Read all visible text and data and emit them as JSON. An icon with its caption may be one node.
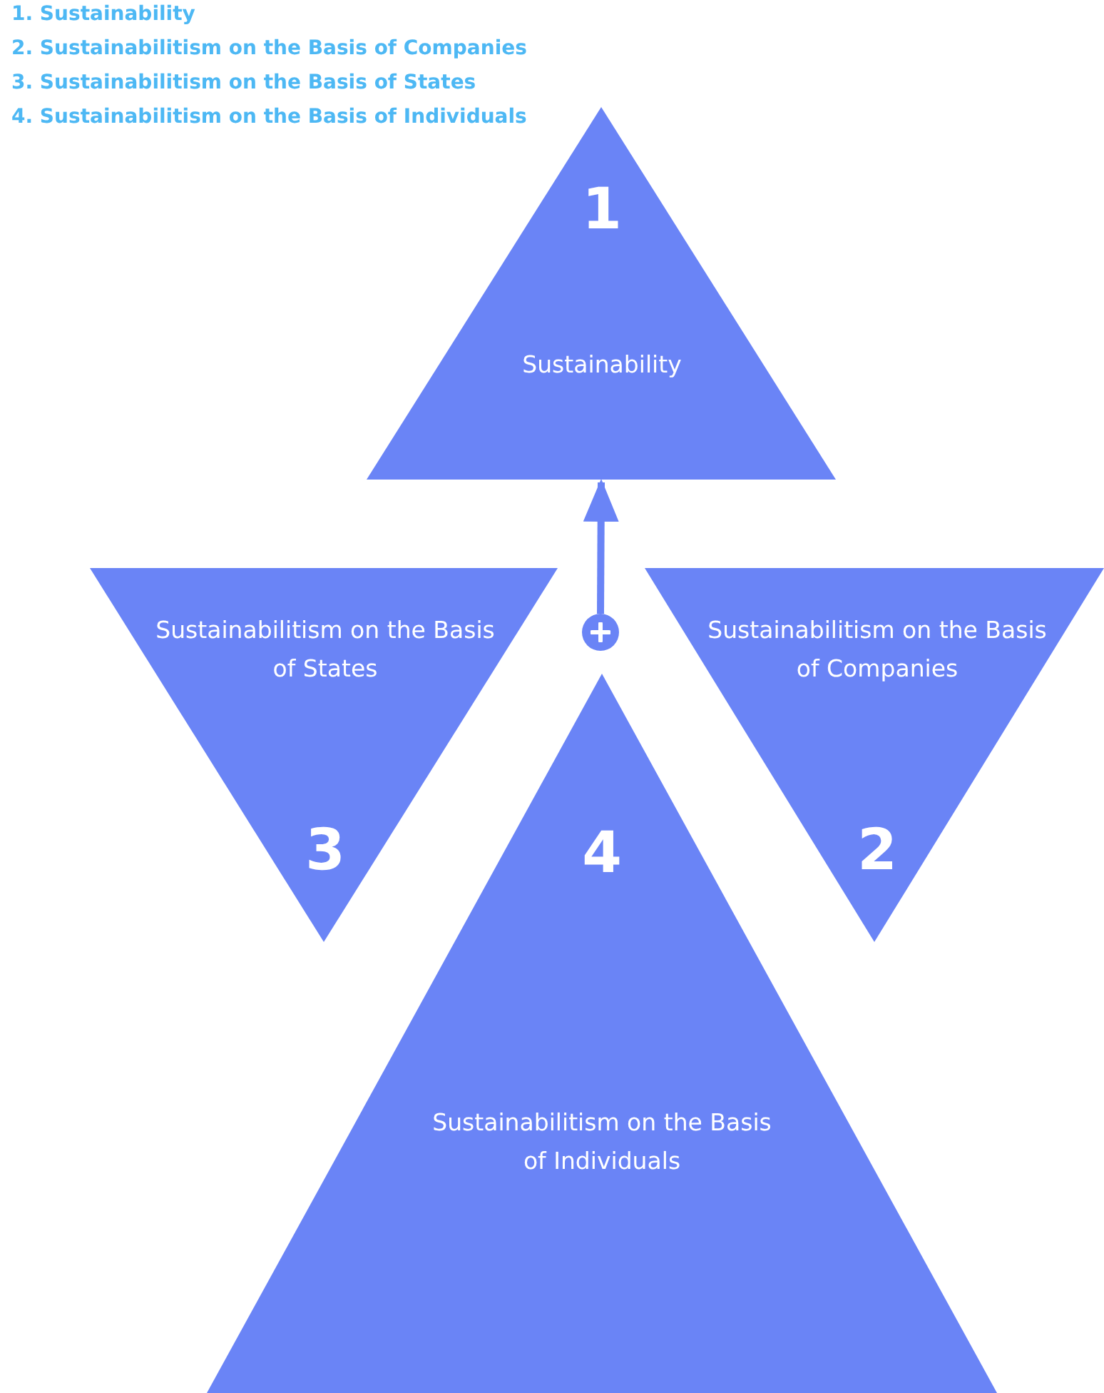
{
  "diagram": {
    "nodes": [
      {
        "text": [
          "1",
          "Sustainability"
        ]
      },
      {
        "text": [
          "Sustainabilitism on the Basis of States",
          "3"
        ]
      },
      {
        "text": [],
        "shape": "circle"
      },
      {
        "text": [
          "Sustainabilitism on the Basis of Companies",
          "2"
        ]
      },
      {
        "text": [
          "4",
          "Sustainabilitism on the Basis of Individuals"
        ]
      }
    ],
    "edges": [
      {
        "from": 2,
        "to": 0,
        "arrow": "to"
      }
    ],
    "labels": [
      "1. Sustainability",
      "2. Sustainabilitism on the Basis of Companies",
      "3. Sustainabilitism on the Basis of States",
      "4. Sustainabilitism on the Basis of Individuals"
    ]
  }
}
